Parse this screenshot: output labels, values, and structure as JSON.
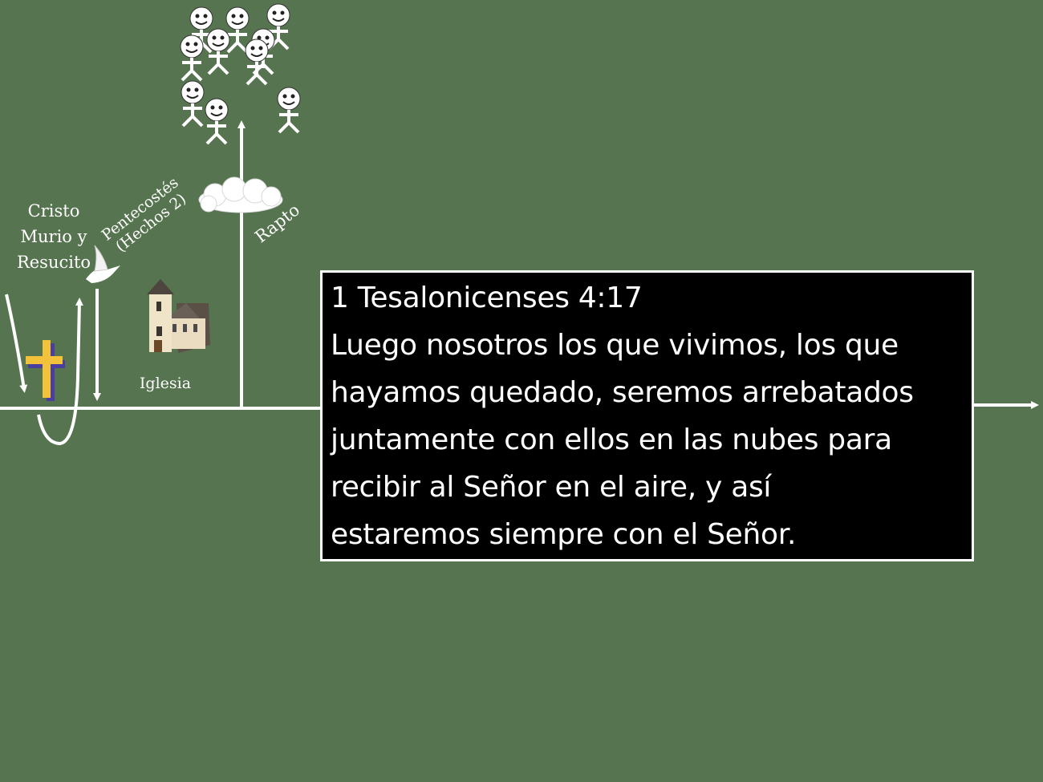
{
  "labels": {
    "cristo_line1": "Cristo",
    "cristo_line2": "Murio y",
    "cristo_line3": "Resucito",
    "pentecostes_line1": "Pentecostés",
    "pentecostes_line2": "(Hechos 2)",
    "iglesia": "Iglesia",
    "rapto": "Rapto"
  },
  "verse": {
    "reference": "1 Tesalonicenses 4:17",
    "lines": [
      "Luego nosotros los que vivimos, los que",
      "hayamos quedado, seremos arrebatados",
      "juntamente con ellos en las nubes para",
      "recibir al Señor en el aire, y así",
      "estaremos siempre con el Señor."
    ]
  },
  "icons": [
    "cross-icon",
    "dove-icon",
    "church-icon",
    "cloud-icon",
    "smiley-person-icon"
  ],
  "colors": {
    "background": "#56744f",
    "line": "#ffffff",
    "cross": "#f2c23a",
    "verse_box": "#000000"
  }
}
